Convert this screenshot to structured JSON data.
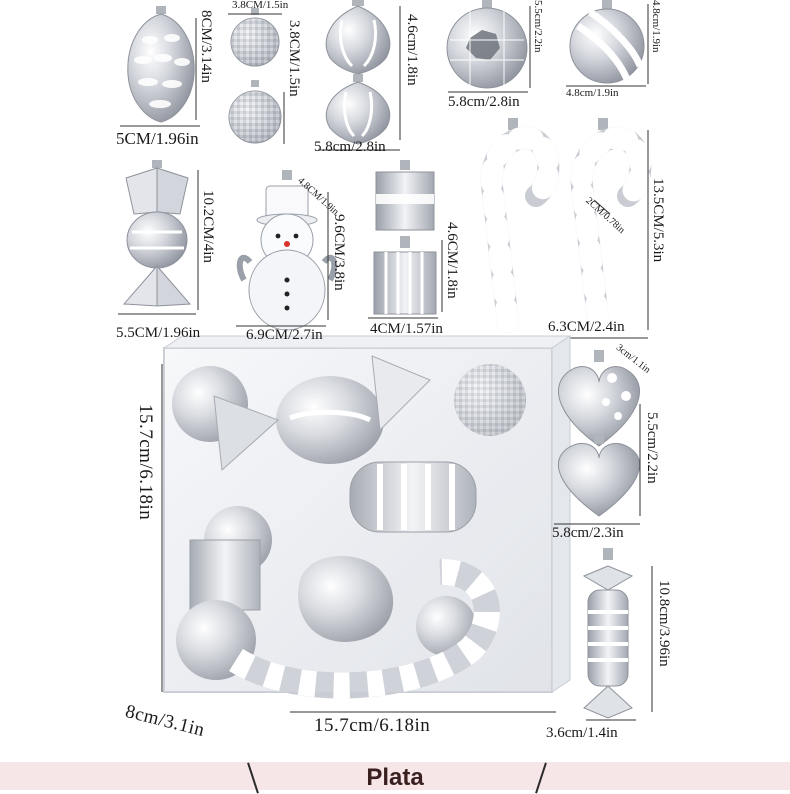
{
  "labels": {
    "pinecone_h": "8CM/3.14in",
    "pinecone_w": "5CM/1.96in",
    "disco_w": "3.8CM/1.5in",
    "disco_h": "3.8CM/1.5in",
    "onion_h": "4.6cm/1.8in",
    "onion_w": "5.8cm/2.8in",
    "facet_h": "5.5cm/2.2in",
    "facet_w": "5.8cm/2.8in",
    "stripe_h": "4.8cm/1.9in",
    "stripe_w": "4.8cm/1.9in",
    "candy_h": "10.2CM/4in",
    "candy_w": "5.5CM/1.96in",
    "snowman_d": "4.8CM/1.9in",
    "snowman_h": "9.6CM/3.8in",
    "snowman_w": "6.9CM/2.7in",
    "gift_h": "4.6CM/1.8in",
    "gift_w": "4CM/1.57in",
    "cane_inner": "2CM/0.78in",
    "cane_h": "13.5CM/5.3in",
    "cane_w": "6.3CM/2.4in",
    "heart_d": "3cm/1.1in",
    "heart_h": "5.5cm/2.2in",
    "heart_w": "5.8cm/2.3in",
    "box_h": "15.7cm/6.18in",
    "box_w": "15.7cm/6.18in",
    "box_d": "8cm/3.1in",
    "long_candy_h": "10.8cm/3.96in",
    "long_candy_w": "3.6cm/1.4in"
  },
  "footer": {
    "title": "Plata",
    "background": "#f7e6e7"
  },
  "colors": {
    "silver_light": "#eceef2",
    "silver_mid": "#c4c7ce",
    "silver_dark": "#8e929b",
    "white": "#ffffff",
    "snowman_nose": "#d9342b"
  }
}
